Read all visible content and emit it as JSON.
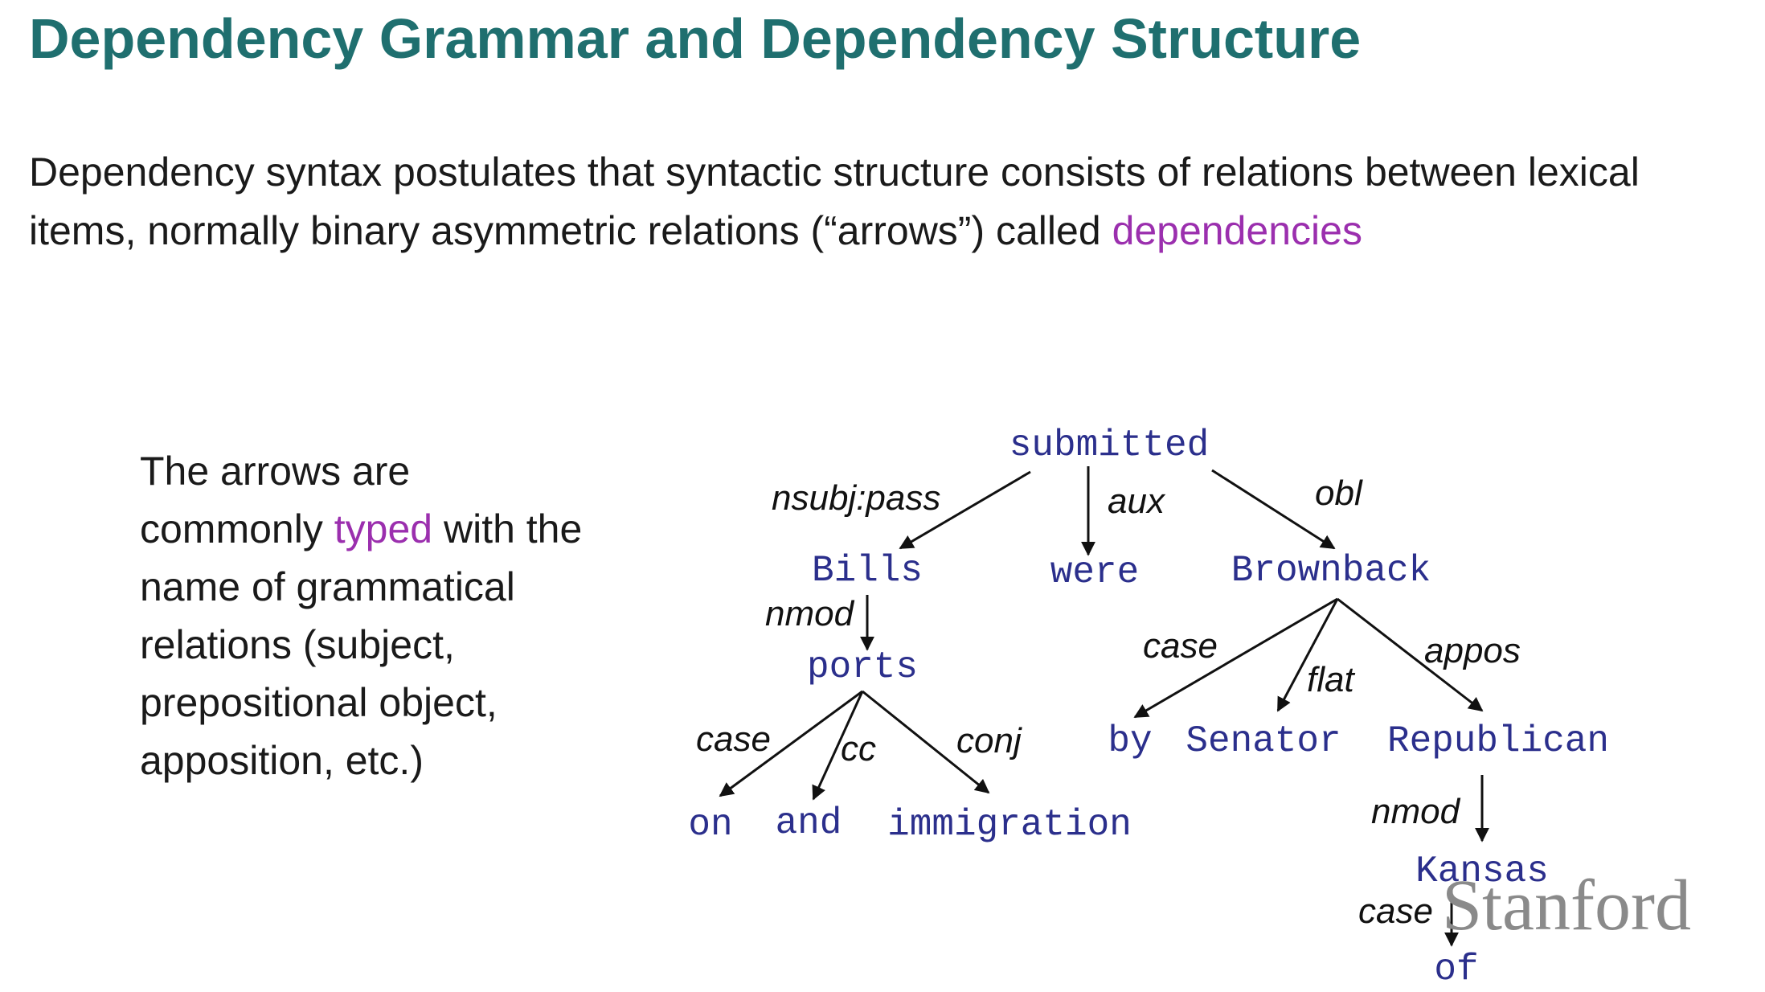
{
  "slide": {
    "title": "Dependency Grammar and Dependency Structure",
    "intro_text": "Dependency syntax postulates that syntactic structure consists of relations between lexical items, normally binary asymmetric relations (“arrows”) called",
    "intro_highlight": "dependencies",
    "side_text_before": "The arrows are commonly",
    "side_text_highlight": "typed",
    "side_text_after": "with the name of grammatical relations (subject, prepositional object, apposition, etc.)",
    "logo": "Stanford",
    "accent_color": "#9b2fae",
    "title_color": "#1f6f6f"
  },
  "tree": {
    "words": {
      "submitted": "submitted",
      "bills": "Bills",
      "were": "were",
      "brownback": "Brownback",
      "ports": "ports",
      "on": "on",
      "and": "and",
      "immigration": "immigration",
      "by": "by",
      "senator": "Senator",
      "republican": "Republican",
      "kansas": "Kansas",
      "of": "of"
    },
    "relations": {
      "nsubj_pass": "nsubj:pass",
      "aux": "aux",
      "obl": "obl",
      "nmod_bills": "nmod",
      "case_on": "case",
      "cc": "cc",
      "conj": "conj",
      "case_by": "case",
      "flat": "flat",
      "appos": "appos",
      "nmod_kansas": "nmod",
      "case_of": "case"
    }
  }
}
